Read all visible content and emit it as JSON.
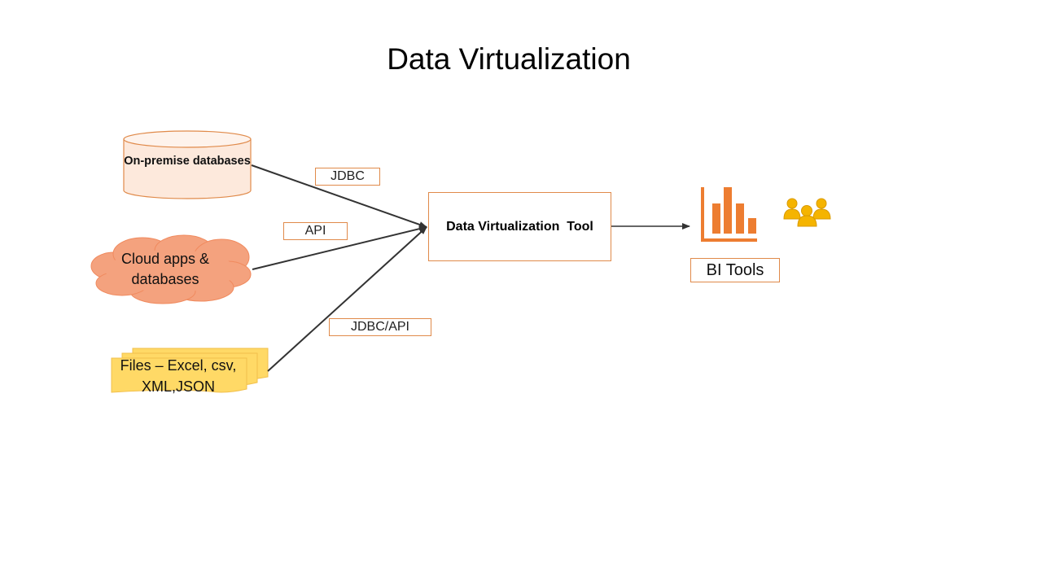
{
  "title": "Data Virtualization",
  "sources": {
    "database": "On-premise databases",
    "cloud": "Cloud apps & databases",
    "files": "Files – Excel, csv, XML,JSON"
  },
  "connectors": {
    "jdbc": "JDBC",
    "api": "API",
    "jdbc_api": "JDBC/API"
  },
  "hub": "Data Virtualization  Tool",
  "target": {
    "label": "BI Tools",
    "chart_icon": "bar-chart-icon",
    "users_icon": "users-group-icon"
  },
  "colors": {
    "accent_border": "#e08a4a",
    "database_fill": "#fde9dc",
    "cloud_fill": "#f4a27e",
    "files_fill": "#ffd966",
    "chart_orange": "#ed7d31",
    "users_yellow": "#f5b400"
  }
}
